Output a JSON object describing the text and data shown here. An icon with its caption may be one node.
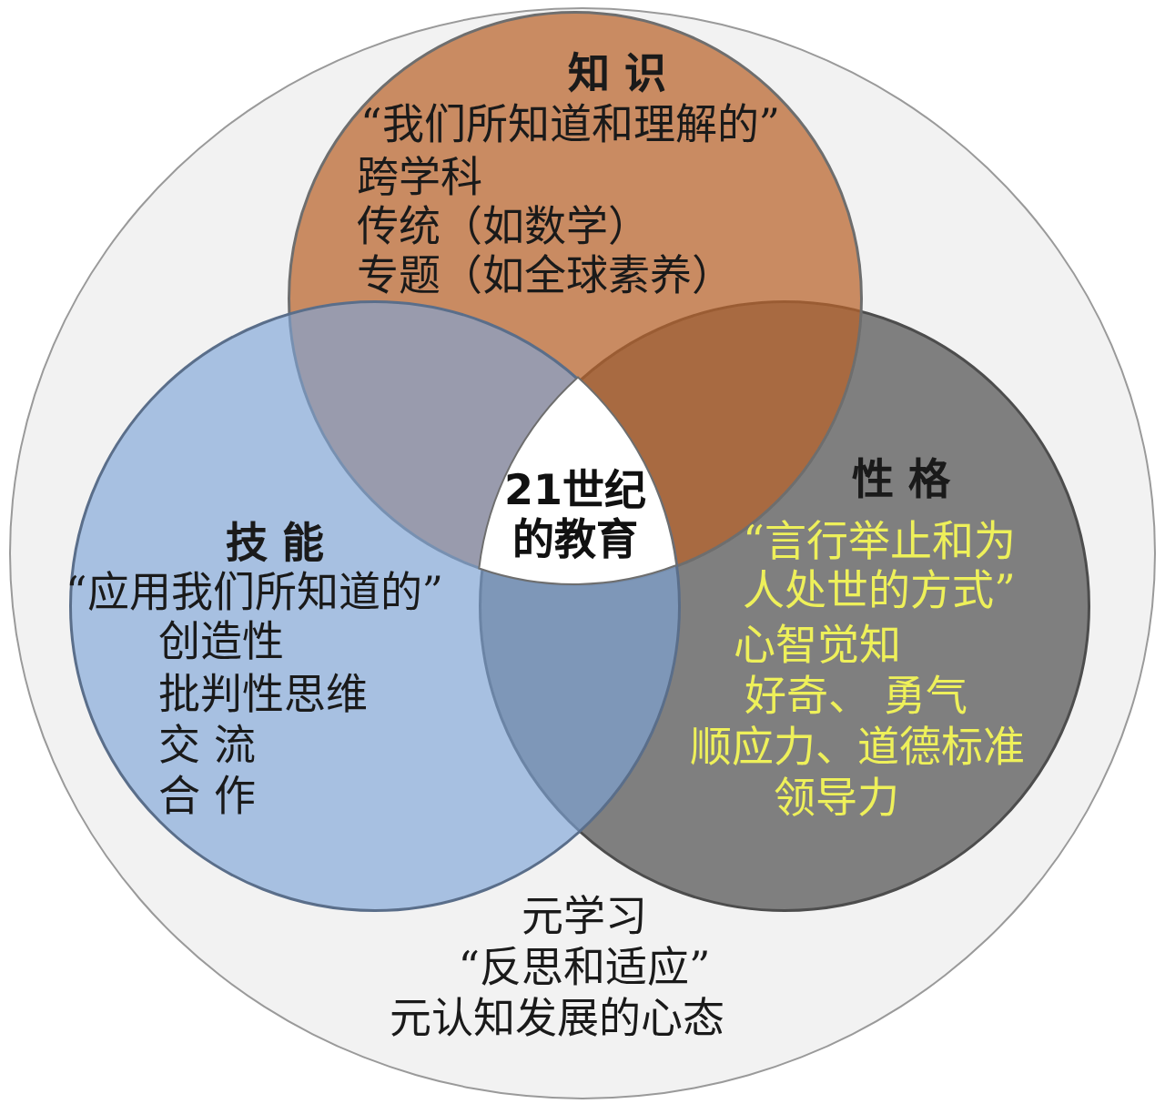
{
  "diagram": {
    "nodes": [
      {
        "text": [
          "元学习",
          "“反思和适应”",
          "元认知发展的心态"
        ]
      },
      {
        "text": [
          "知 识",
          "“我们所知道和理解的”",
          "跨学科",
          "传统（如数学）",
          "专题（如全球素养）"
        ],
        "in": 0
      },
      {
        "text": [
          "技 能",
          "“应用我们所知道的”",
          "创造性",
          "批判性思维",
          "交 流",
          "合 作"
        ],
        "in": 0
      },
      {
        "text": [
          "性 格",
          "“言行举止和为人处世的方式”",
          "心智觉知",
          "好奇、 勇气",
          "顺应力、道德标准",
          "领导力"
        ],
        "in": 0
      },
      {
        "text": [
          "21世纪的教育"
        ]
      }
    ]
  }
}
